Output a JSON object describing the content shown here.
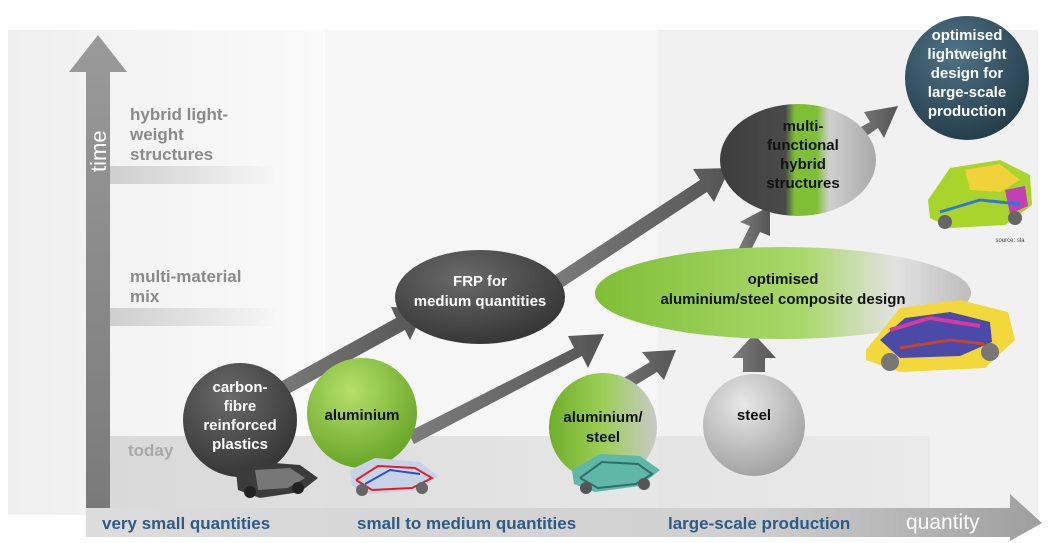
{
  "axes": {
    "y_label": "time",
    "x_label": "quantity"
  },
  "time_levels": [
    {
      "lines": [
        "hybrid light-",
        "weight",
        "structures"
      ]
    },
    {
      "lines": [
        "multi-material",
        "mix"
      ]
    },
    {
      "lines": [
        "today"
      ]
    }
  ],
  "quantity_bands": [
    {
      "label": "very small quantities"
    },
    {
      "label": "small to medium quantities"
    },
    {
      "label": "large-scale production"
    }
  ],
  "nodes": [
    {
      "id": "carbon-fibre",
      "lines": [
        "carbon-",
        "fibre",
        "reinforced",
        "plastics"
      ],
      "style": "dark"
    },
    {
      "id": "aluminium",
      "lines": [
        "aluminium"
      ],
      "style": "green"
    },
    {
      "id": "aluminium-steel",
      "lines": [
        "aluminium/",
        "steel"
      ],
      "style": "green-grey"
    },
    {
      "id": "steel",
      "lines": [
        "steel"
      ],
      "style": "grey"
    },
    {
      "id": "frp",
      "lines": [
        "FRP for",
        "medium quantities"
      ],
      "style": "dark"
    },
    {
      "id": "composite",
      "lines": [
        "optimised",
        "aluminium/steel composite design"
      ],
      "style": "green-light"
    },
    {
      "id": "multi-functional",
      "lines": [
        "multi-",
        "functional",
        "hybrid",
        "structures"
      ],
      "style": "dark-green"
    },
    {
      "id": "optimised-lightweight",
      "lines": [
        "optimised",
        "lightweight",
        "design for",
        "large-scale",
        "production"
      ],
      "style": "teal"
    }
  ],
  "source_note": "source: sla",
  "colors": {
    "band_text": "#2e5a86",
    "axis_grey": "#8c8c8c",
    "level_text": "#8a8a8a",
    "green": "#8cc63f",
    "dark_node": "#4a4a4a",
    "teal_node": "#2f4c5c"
  }
}
